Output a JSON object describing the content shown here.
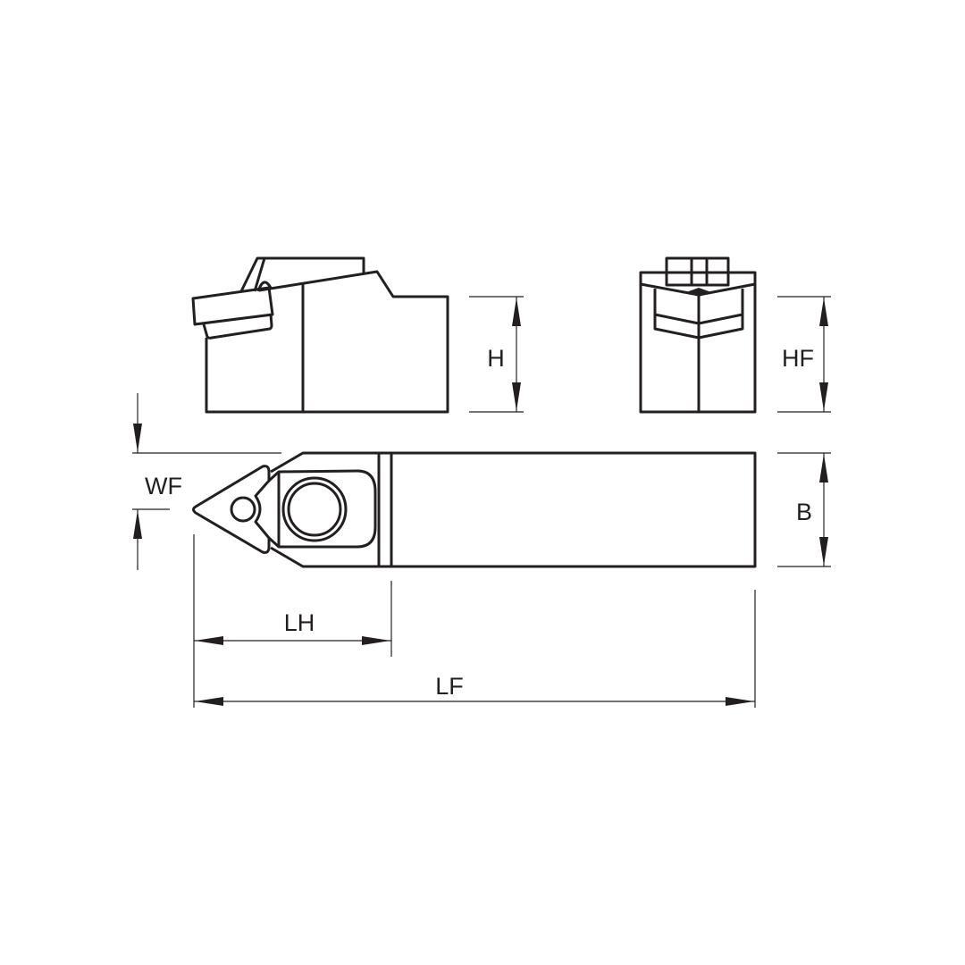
{
  "dimensions": {
    "height": "H",
    "height_functional": "HF",
    "width_functional": "WF",
    "shank_width": "B",
    "head_length": "LH",
    "functional_length": "LF"
  },
  "colors": {
    "line": "#231f20",
    "background": "#ffffff"
  }
}
